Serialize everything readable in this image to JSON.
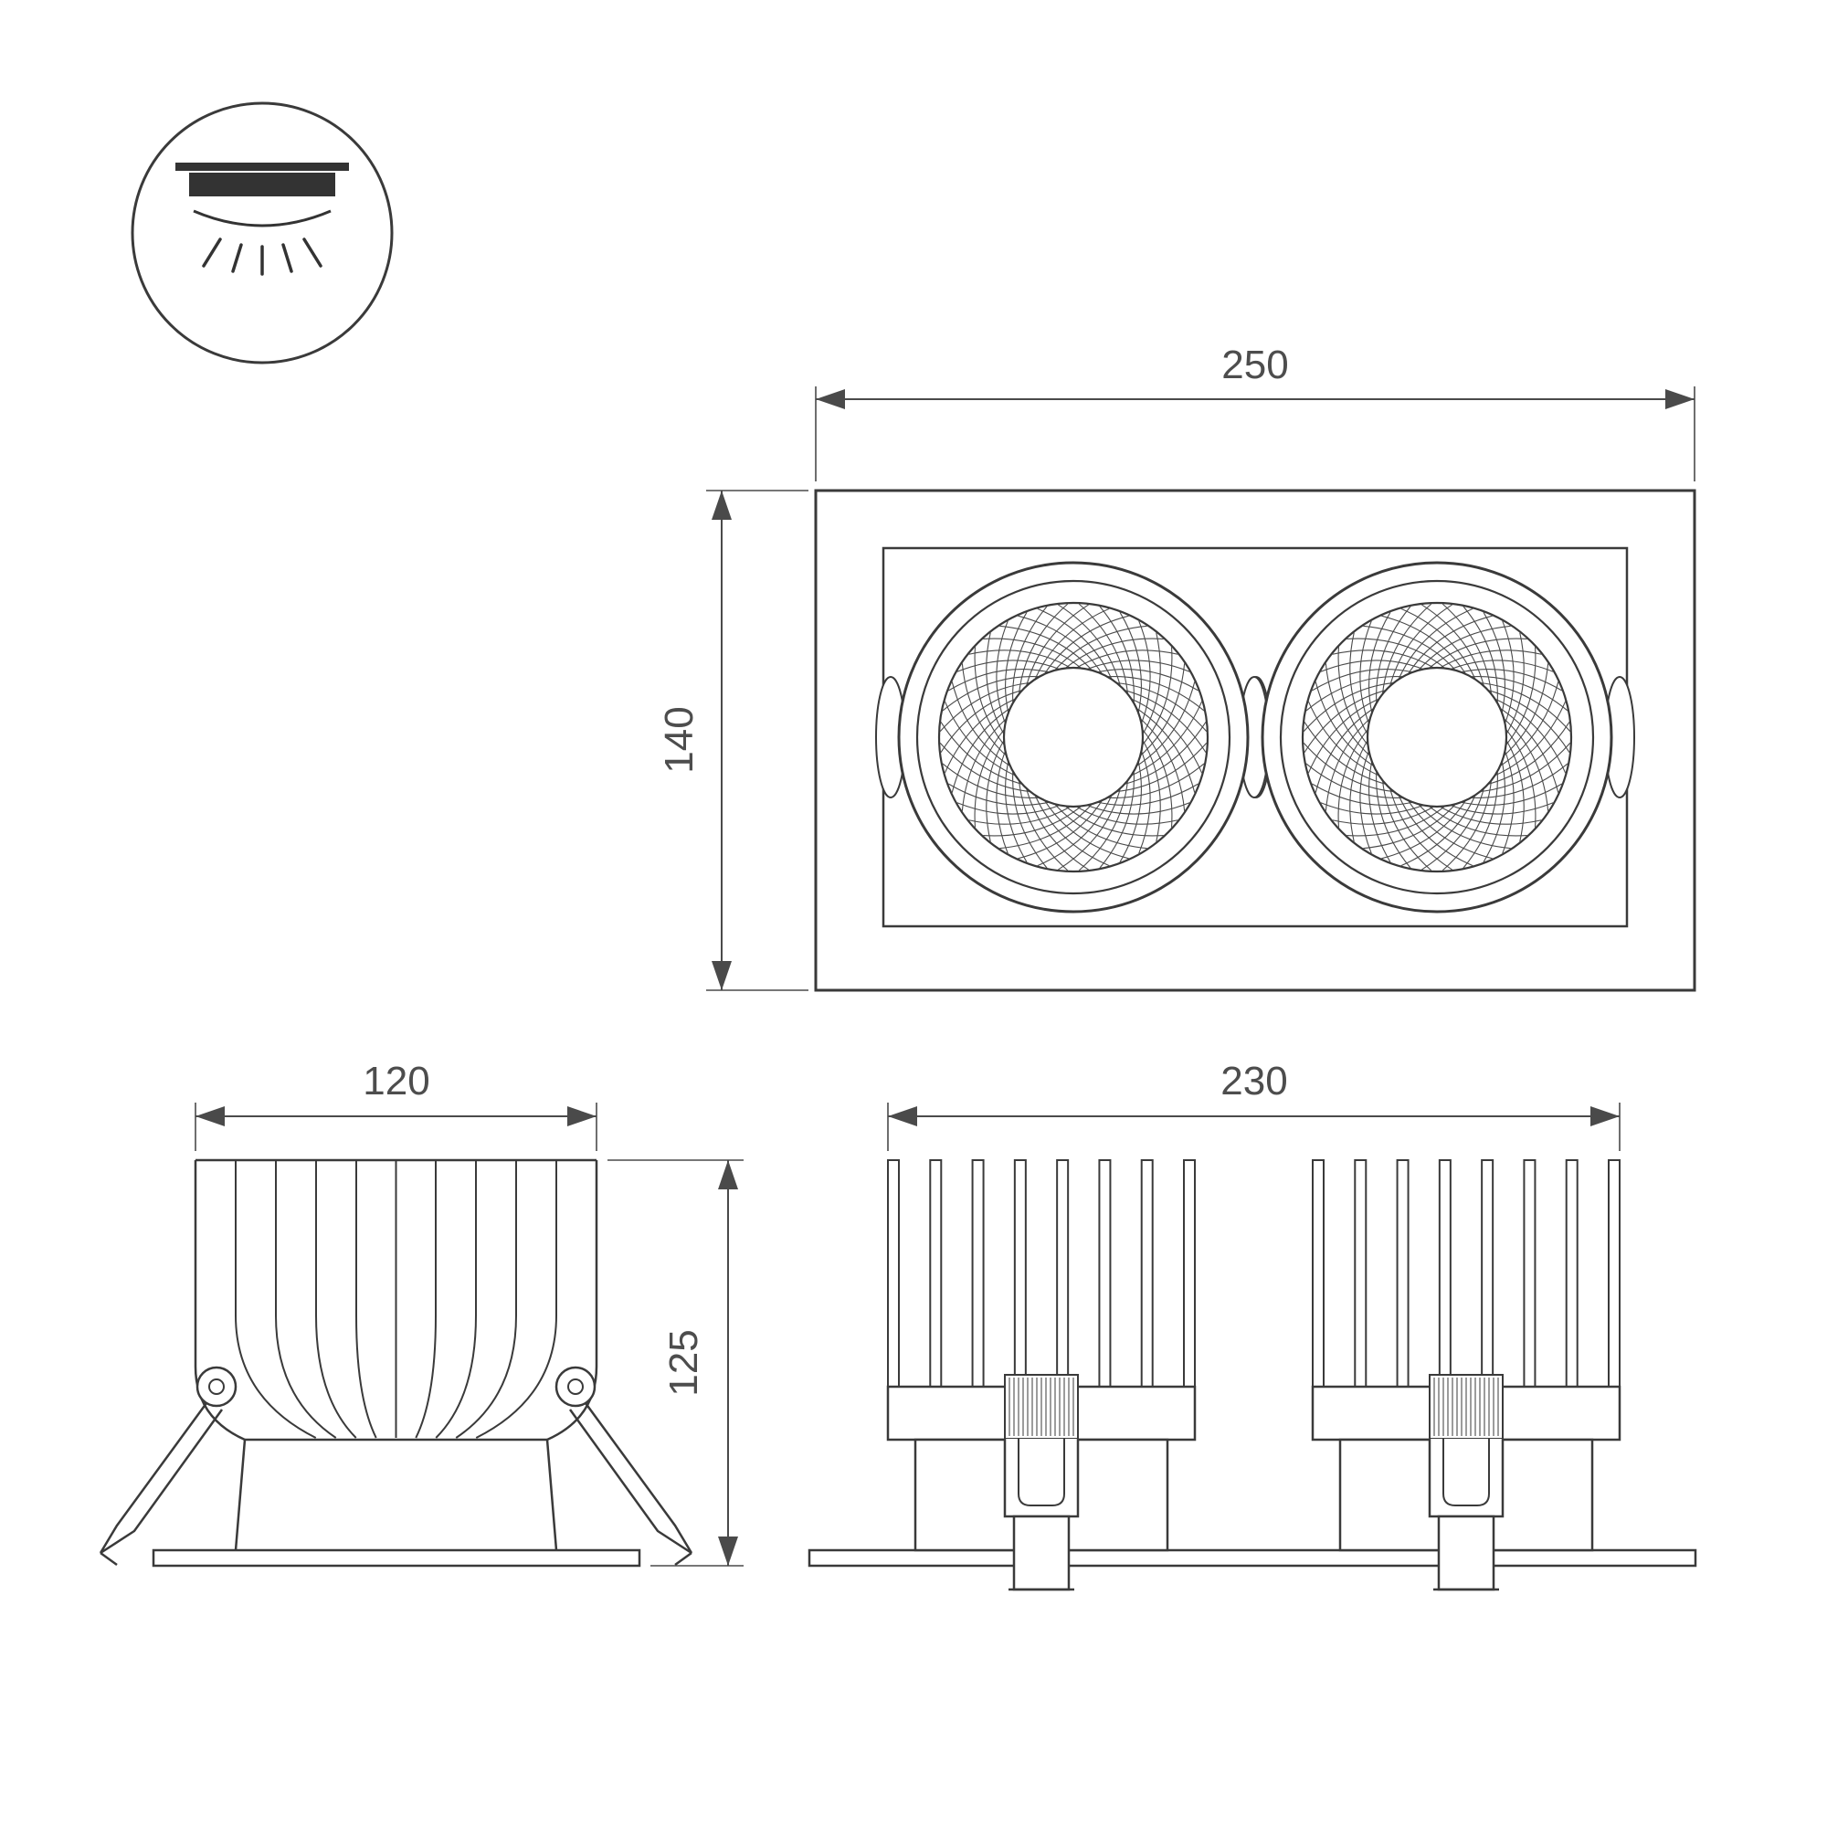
{
  "meta": {
    "background": "#ffffff",
    "line_color": "#3a3a3a",
    "dim_line_color": "#4a4a4a",
    "dim_text_color": "#4d4d4d"
  },
  "icon": {
    "label": "recessed-downlight-symbol"
  },
  "dimensions": {
    "front_width": "250",
    "front_height": "140",
    "side_width": "120",
    "side_height": "125",
    "rear_width": "230"
  }
}
